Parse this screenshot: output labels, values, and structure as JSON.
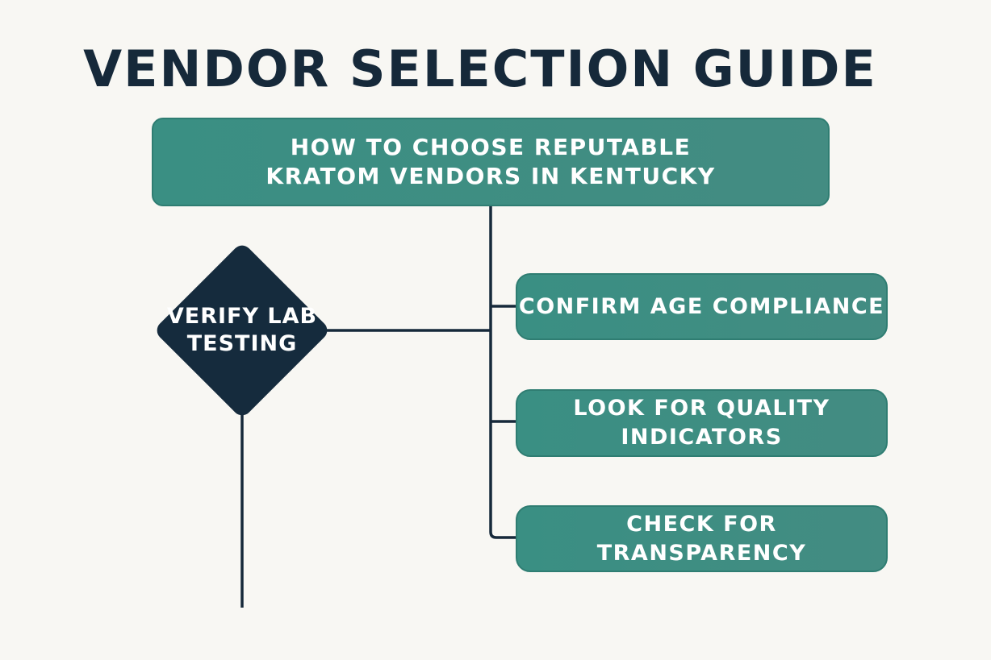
{
  "title": "VENDOR SELECTION GUIDE",
  "main_box": {
    "label": "HOW TO CHOOSE REPUTABLE KRATOM VENDORS IN KENTUCKY"
  },
  "decision": {
    "label": "VERIFY LAB TESTING"
  },
  "steps": [
    {
      "label": "CONFIRM AGE COMPLIANCE"
    },
    {
      "label": "LOOK FOR QUALITY INDICATORS"
    },
    {
      "label": "CHECK FOR TRANSPARENCY"
    }
  ],
  "colors": {
    "background": "#f8f7f3",
    "title": "#16293a",
    "box_fill": "#3d8c81",
    "diamond_fill": "#152b3d",
    "connector": "#16293a"
  }
}
